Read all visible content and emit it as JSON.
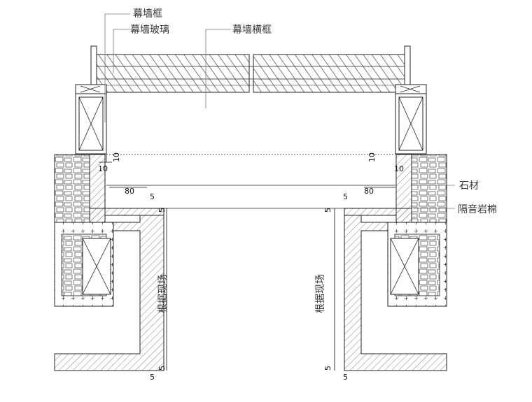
{
  "labels": {
    "curtain_wall_frame": "幕墙框",
    "curtain_wall_glass": "幕墙玻璃",
    "curtain_wall_transom": "幕墙横框",
    "stone": "石材",
    "acoustic_rock_wool": "隔音岩棉",
    "per_site_left": "根据现场",
    "per_site_right": "根据现场"
  },
  "dimensions": {
    "left_10_top": "10",
    "left_10_side": "10",
    "left_80": "80",
    "left_5_a": "5",
    "left_5_b": "5",
    "left_5_c": "5",
    "left_5_d": "5",
    "right_10_top": "10",
    "right_10_side": "10",
    "right_80": "80",
    "right_5_a": "5",
    "right_5_b": "5",
    "right_5_c": "5",
    "right_5_d": "5"
  },
  "colors": {
    "line": "#222222",
    "hatch": "#555555",
    "leader": "#777777"
  }
}
